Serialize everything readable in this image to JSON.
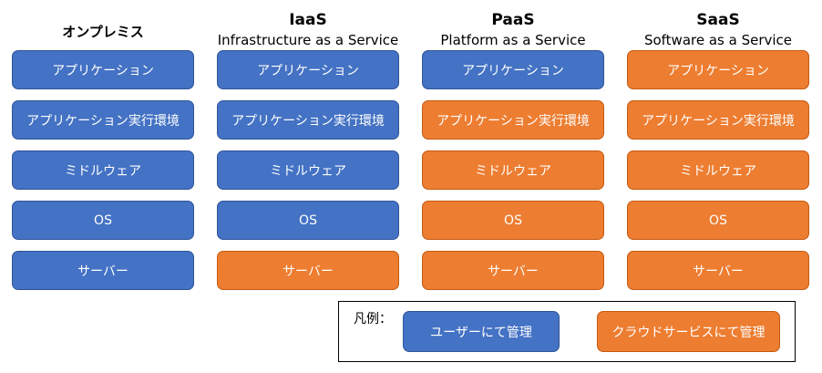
{
  "colors": {
    "user": "#4472C4",
    "cloud": "#ED7D31"
  },
  "columns": [
    {
      "title": "オンプレミス",
      "subtitle": null,
      "layers": [
        {
          "label": "アプリケーション",
          "managed_by": "user"
        },
        {
          "label": "アプリケーション実行環境",
          "managed_by": "user"
        },
        {
          "label": "ミドルウェア",
          "managed_by": "user"
        },
        {
          "label": "OS",
          "managed_by": "user"
        },
        {
          "label": "サーバー",
          "managed_by": "user"
        }
      ]
    },
    {
      "title": "IaaS",
      "subtitle": "Infrastructure as a Service",
      "layers": [
        {
          "label": "アプリケーション",
          "managed_by": "user"
        },
        {
          "label": "アプリケーション実行環境",
          "managed_by": "user"
        },
        {
          "label": "ミドルウェア",
          "managed_by": "user"
        },
        {
          "label": "OS",
          "managed_by": "user"
        },
        {
          "label": "サーバー",
          "managed_by": "cloud"
        }
      ]
    },
    {
      "title": "PaaS",
      "subtitle": "Platform as a Service",
      "layers": [
        {
          "label": "アプリケーション",
          "managed_by": "user"
        },
        {
          "label": "アプリケーション実行環境",
          "managed_by": "cloud"
        },
        {
          "label": "ミドルウェア",
          "managed_by": "cloud"
        },
        {
          "label": "OS",
          "managed_by": "cloud"
        },
        {
          "label": "サーバー",
          "managed_by": "cloud"
        }
      ]
    },
    {
      "title": "SaaS",
      "subtitle": "Software as a Service",
      "layers": [
        {
          "label": "アプリケーション",
          "managed_by": "cloud"
        },
        {
          "label": "アプリケーション実行環境",
          "managed_by": "cloud"
        },
        {
          "label": "ミドルウェア",
          "managed_by": "cloud"
        },
        {
          "label": "OS",
          "managed_by": "cloud"
        },
        {
          "label": "サーバー",
          "managed_by": "cloud"
        }
      ]
    }
  ],
  "legend": {
    "label": "凡例：",
    "user": "ユーザーにて管理",
    "cloud": "クラウドサービスにて管理"
  }
}
